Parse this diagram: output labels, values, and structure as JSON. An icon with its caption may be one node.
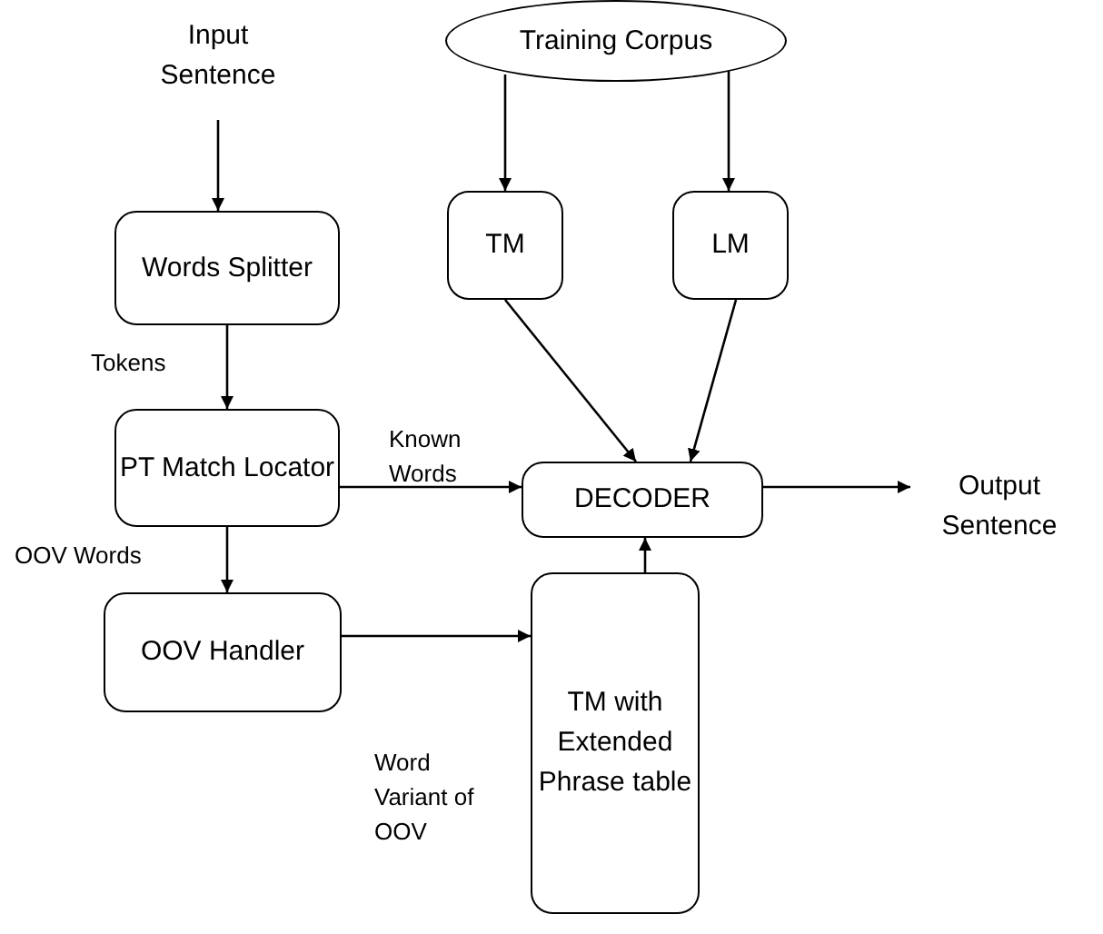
{
  "diagram": {
    "nodes": [
      {
        "text": [
          "Input Sentence"
        ]
      },
      {
        "text": [
          "Training Corpus"
        ]
      },
      {
        "text": [
          "Words Splitter"
        ]
      },
      {
        "text": [
          "TM"
        ]
      },
      {
        "text": [
          "LM"
        ]
      },
      {
        "text": [
          "PT Match Locator"
        ]
      },
      {
        "text": [
          "DECODER"
        ]
      },
      {
        "text": [
          "Output Sentence"
        ]
      },
      {
        "text": [
          "OOV Handler"
        ]
      },
      {
        "text": [
          "TM with Extended Phrase table"
        ]
      }
    ],
    "edges": [
      {
        "from": 0,
        "to": 2,
        "arrow": "to"
      },
      {
        "from": 1,
        "to": 3,
        "arrow": "to"
      },
      {
        "from": 1,
        "to": 4,
        "arrow": "to"
      },
      {
        "from": 3,
        "to": 6,
        "arrow": "to"
      },
      {
        "from": 4,
        "to": 6,
        "arrow": "to"
      },
      {
        "from": 2,
        "to": 5,
        "arrow": "to",
        "label": "Tokens"
      },
      {
        "from": 5,
        "to": 6,
        "arrow": "to",
        "label": "Known Words"
      },
      {
        "from": 6,
        "to": 7,
        "arrow": "to"
      },
      {
        "from": 5,
        "to": 8,
        "arrow": "to",
        "label": "OOV Words"
      },
      {
        "from": 8,
        "to": 9,
        "arrow": "to",
        "label": "Word Variant of OOV"
      },
      {
        "from": 9,
        "to": 6,
        "arrow": "to"
      }
    ]
  }
}
